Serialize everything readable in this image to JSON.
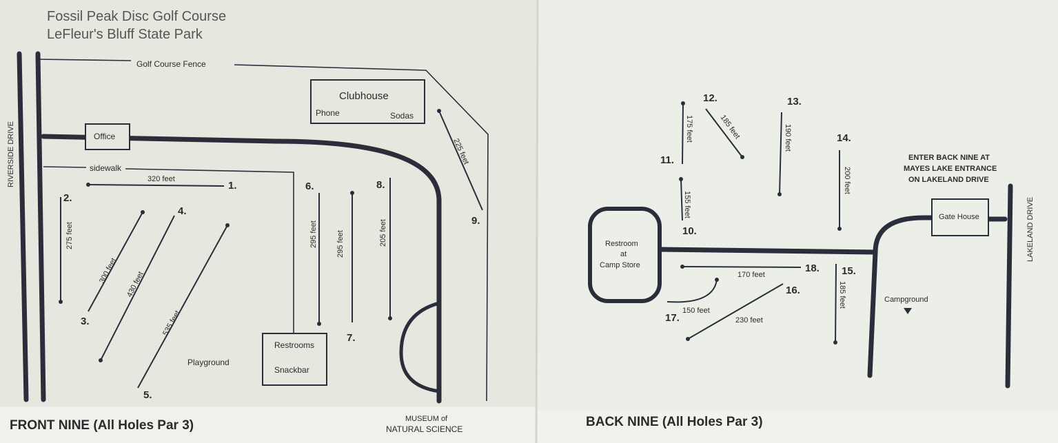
{
  "header": {
    "title_line1": "Fossil Peak Disc Golf Course",
    "title_line2": "LeFleur's Bluff State Park"
  },
  "roads": {
    "riverside": "RIVERSIDE DRIVE",
    "lakeland": "LAKELAND DRIVE",
    "fence": "Golf Course Fence",
    "sidewalk": "sidewalk"
  },
  "buildings": {
    "office": "Office",
    "clubhouse": "Clubhouse",
    "phone": "Phone",
    "sodas": "Sodas",
    "restrooms": "Restrooms",
    "snackbar": "Snackbar",
    "playground": "Playground",
    "museum_line1": "MUSEUM of",
    "museum_line2": "NATURAL SCIENCE",
    "camp_restroom_line1": "Restroom",
    "camp_restroom_line2": "at",
    "camp_restroom_line3": "Camp Store",
    "gatehouse": "Gate House",
    "campground": "Campground"
  },
  "back_entry": {
    "line1": "ENTER BACK NINE AT",
    "line2": "MAYES LAKE ENTRANCE",
    "line3": "ON LAKELAND DRIVE"
  },
  "front_nine": [
    {
      "number": "1.",
      "distance": "320 feet",
      "par": 3
    },
    {
      "number": "2.",
      "distance": "275 feet",
      "par": 3
    },
    {
      "number": "3.",
      "distance": "300 feet",
      "par": 3
    },
    {
      "number": "4.",
      "distance": "430 feet",
      "par": 3
    },
    {
      "number": "5.",
      "distance": "535 feet",
      "par": 3
    },
    {
      "number": "6.",
      "distance": "295 feet",
      "par": 3
    },
    {
      "number": "7.",
      "distance": "295 feet",
      "par": 3
    },
    {
      "number": "8.",
      "distance": "205 feet",
      "par": 3
    },
    {
      "number": "9.",
      "distance": "225 feet",
      "par": 3
    }
  ],
  "back_nine": [
    {
      "number": "10.",
      "distance": "155 feet",
      "par": 3
    },
    {
      "number": "11.",
      "distance": "175 feet",
      "par": 3
    },
    {
      "number": "12.",
      "distance": "185 feet",
      "par": 3
    },
    {
      "number": "13.",
      "distance": "190 feet",
      "par": 3
    },
    {
      "number": "14.",
      "distance": "200 feet",
      "par": 3
    },
    {
      "number": "15.",
      "distance": "185 feet",
      "par": 3
    },
    {
      "number": "16.",
      "distance": "230 feet",
      "par": 3
    },
    {
      "number": "17.",
      "distance": "150 feet",
      "par": 3
    },
    {
      "number": "18.",
      "distance": "170 feet",
      "par": 3
    }
  ],
  "footer": {
    "front": "FRONT NINE (All Holes Par 3)",
    "back": "BACK NINE (All Holes Par 3)"
  },
  "colors": {
    "paper": "#e9eae2",
    "ink": "#2b2e3a"
  }
}
